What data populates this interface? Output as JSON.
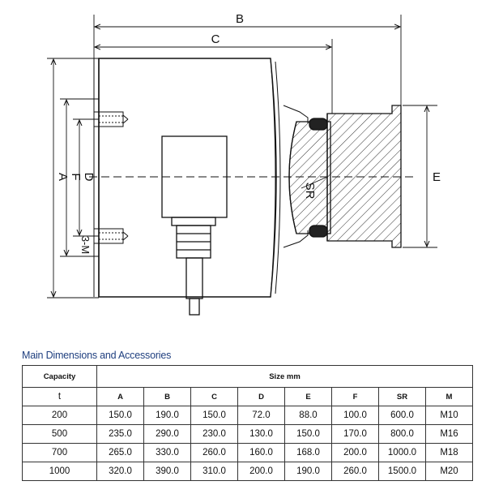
{
  "drawing": {
    "labels": {
      "B": "B",
      "C": "C",
      "A": "A",
      "F": "F",
      "D": "D",
      "E": "E",
      "SR": "SR",
      "M": "3-M"
    }
  },
  "section_title": "Main Dimensions and Accessories",
  "table": {
    "capacity_header": "Capacity",
    "size_header": "Size mm",
    "unit": "t",
    "columns": [
      "A",
      "B",
      "C",
      "D",
      "E",
      "F",
      "SR",
      "M"
    ],
    "rows": [
      [
        "200",
        "150.0",
        "190.0",
        "150.0",
        "72.0",
        "88.0",
        "100.0",
        "600.0",
        "M10"
      ],
      [
        "500",
        "235.0",
        "290.0",
        "230.0",
        "130.0",
        "150.0",
        "170.0",
        "800.0",
        "M16"
      ],
      [
        "700",
        "265.0",
        "330.0",
        "260.0",
        "160.0",
        "168.0",
        "200.0",
        "1000.0",
        "M18"
      ],
      [
        "1000",
        "320.0",
        "390.0",
        "310.0",
        "200.0",
        "190.0",
        "260.0",
        "1500.0",
        "M20"
      ]
    ]
  }
}
